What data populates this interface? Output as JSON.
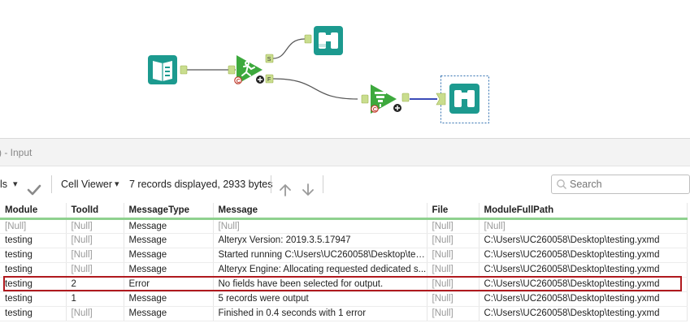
{
  "canvas": {
    "tools": [
      {
        "name": "input-tool",
        "icon": "book-icon"
      },
      {
        "name": "select-tool",
        "icon": "running-man-icon",
        "badge_true": "S",
        "badge_false": "F"
      },
      {
        "name": "browse-tool-top",
        "icon": "binoculars-icon"
      },
      {
        "name": "filter-tool",
        "icon": "filter-icon"
      },
      {
        "name": "browse-tool-selected",
        "icon": "binoculars-icon"
      }
    ],
    "connector_label_s": "S",
    "connector_label_f": "F",
    "colors": {
      "tool_teal": "#1c9a8f",
      "tool_green": "#3da93d",
      "connector": "#555555",
      "selected_line": "#3b4bb8",
      "anchor": "#c9dd8e"
    }
  },
  "results": {
    "title": ") - Input",
    "toolbar": {
      "fields_label": "ls",
      "cell_viewer_label": "Cell Viewer",
      "records_info": "7 records displayed, 2933 bytes",
      "search_placeholder": "Search"
    },
    "columns": [
      "Module",
      "ToolId",
      "MessageType",
      "Message",
      "File",
      "ModuleFullPath"
    ],
    "rows": [
      [
        "[Null]",
        "[Null]",
        "Message",
        "[Null]",
        "[Null]",
        "[Null]"
      ],
      [
        "testing",
        "[Null]",
        "Message",
        "Alteryx Version: 2019.3.5.17947",
        "[Null]",
        "C:\\Users\\UC260058\\Desktop\\testing.yxmd"
      ],
      [
        "testing",
        "[Null]",
        "Message",
        "Started running C:\\Users\\UC260058\\Desktop\\test...",
        "[Null]",
        "C:\\Users\\UC260058\\Desktop\\testing.yxmd"
      ],
      [
        "testing",
        "[Null]",
        "Message",
        "Alteryx Engine: Allocating requested dedicated s...",
        "[Null]",
        "C:\\Users\\UC260058\\Desktop\\testing.yxmd"
      ],
      [
        "testing",
        "2",
        "Error",
        "No fields have been selected for output.",
        "[Null]",
        "C:\\Users\\UC260058\\Desktop\\testing.yxmd"
      ],
      [
        "testing",
        "1",
        "Message",
        "5 records were output",
        "[Null]",
        "C:\\Users\\UC260058\\Desktop\\testing.yxmd"
      ],
      [
        "testing",
        "[Null]",
        "Message",
        "Finished in 0.4 seconds with 1 error",
        "[Null]",
        "C:\\Users\\UC260058\\Desktop\\testing.yxmd"
      ]
    ],
    "highlighted_row": 4,
    "colors": {
      "highlight_outline": "#b0191e",
      "header_underline": "#8fd18f",
      "null_text": "#9a9a9a"
    }
  }
}
